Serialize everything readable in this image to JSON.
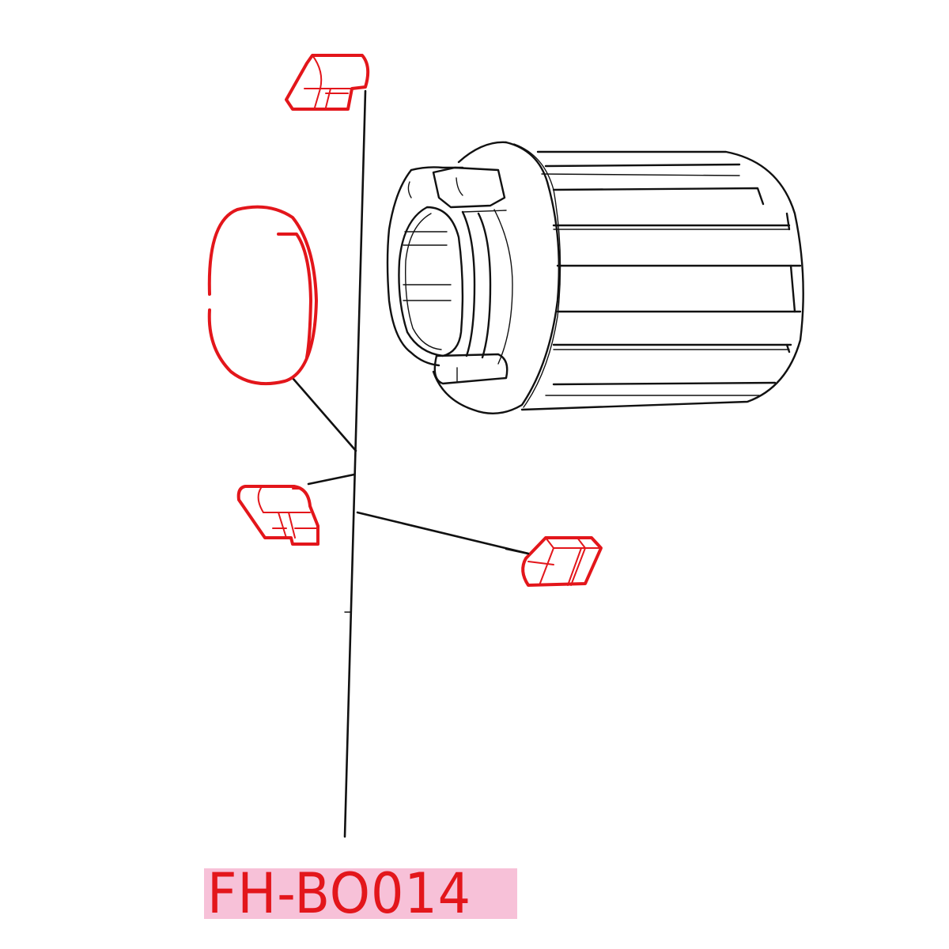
{
  "diagram": {
    "type": "exploded parts diagram",
    "subject": "freehub body with pawls and pawl spring",
    "part_code": "FH-BO014",
    "colors": {
      "highlight_parts": "#e3161b",
      "outline": "#111111",
      "label_background": "#f7c1d8",
      "background": "#ffffff"
    },
    "parts": [
      {
        "name": "pawl-top",
        "highlighted": true
      },
      {
        "name": "pawl-spring-ring",
        "highlighted": true
      },
      {
        "name": "pawl-left",
        "highlighted": true
      },
      {
        "name": "pawl-right",
        "highlighted": true
      },
      {
        "name": "freehub-body",
        "highlighted": false
      }
    ]
  }
}
